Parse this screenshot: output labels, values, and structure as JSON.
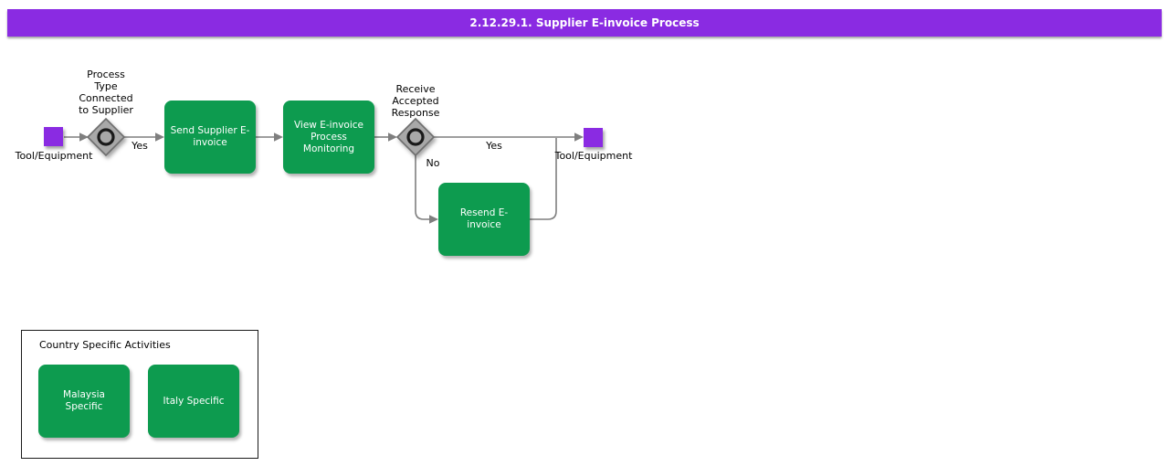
{
  "header": {
    "title": "2.12.29.1. Supplier E-invoice Process"
  },
  "colors": {
    "header_purple": "#8A2BE2",
    "tool_purple": "#8A2BE2",
    "activity_green": "#0D9B4F",
    "gateway_gray": "#A8A8A8",
    "connector_gray": "#7F7F7F"
  },
  "diagram": {
    "start_tool_label": "Tool/Equipment",
    "gateway_process_type_label": "Process\nType\nConnected\nto Supplier",
    "edge_process_yes_label": "Yes",
    "activity_send_label": "Send Supplier E-\ninvoice",
    "activity_view_label": "View E-invoice\nProcess\nMonitoring",
    "gateway_receive_label": "Receive\nAccepted\nResponse",
    "edge_receive_yes_label": "Yes",
    "edge_receive_no_label": "No",
    "activity_resend_label": "Resend E-\ninvoice",
    "end_tool_label": "Tool/Equipment"
  },
  "legend": {
    "title": "Country Specific Activities",
    "items": [
      {
        "label": "Malaysia\nSpecific"
      },
      {
        "label": "Italy Specific"
      }
    ]
  }
}
